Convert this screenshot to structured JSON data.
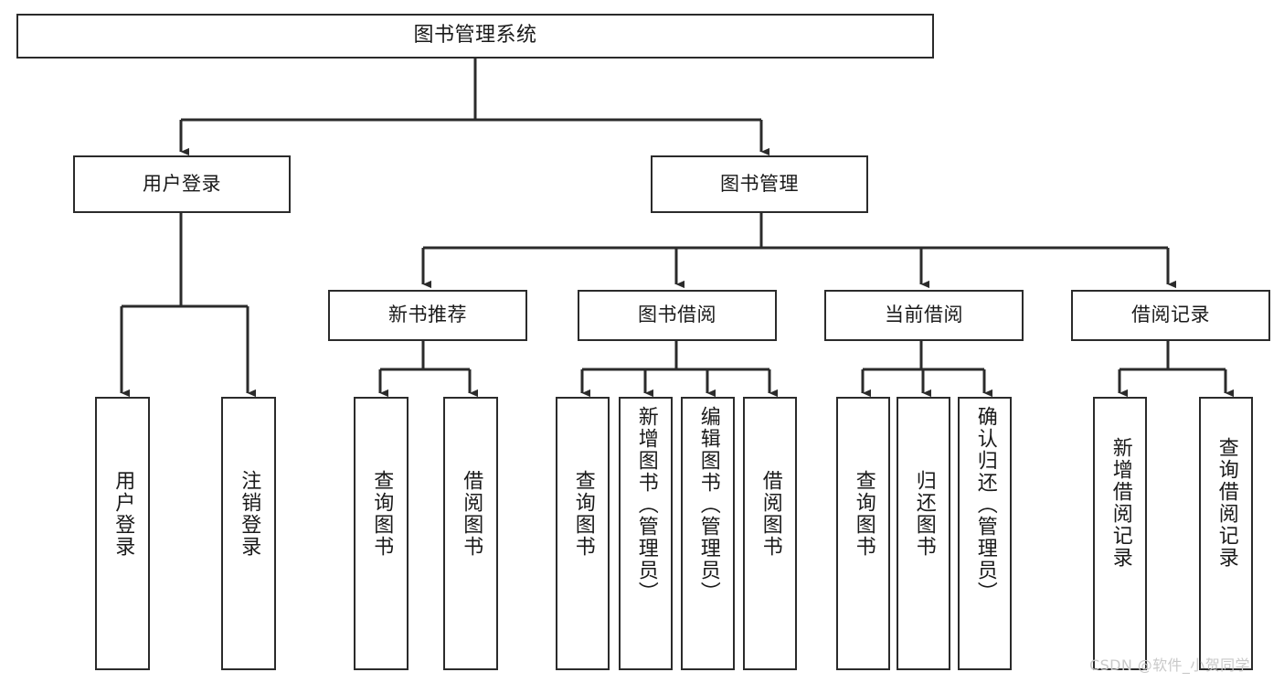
{
  "diagram": {
    "type": "tree",
    "title": "图书管理系统",
    "orientation": "top-down",
    "colors": {
      "node_border": "#2b2b2b",
      "node_fill": "#ffffff",
      "edge": "#2b2b2b",
      "text": "#1a1a1a",
      "watermark": "#c9c9c9",
      "background": "#ffffff"
    },
    "nodes": {
      "root": {
        "label": "图书管理系统"
      },
      "level2": [
        {
          "label": "用户登录"
        },
        {
          "label": "图书管理"
        }
      ],
      "level3": [
        {
          "label": "新书推荐"
        },
        {
          "label": "图书借阅"
        },
        {
          "label": "当前借阅"
        },
        {
          "label": "借阅记录"
        }
      ],
      "leaves": {
        "user_login": [
          {
            "label": "用户登录"
          },
          {
            "label": "注销登录"
          }
        ],
        "new_book_recommend": [
          {
            "label": "查询图书"
          },
          {
            "label": "借阅图书"
          }
        ],
        "book_borrow": [
          {
            "label": "查询图书"
          },
          {
            "label": "新增图书（管理员）"
          },
          {
            "label": "编辑图书（管理员）"
          },
          {
            "label": "借阅图书"
          }
        ],
        "current_borrow": [
          {
            "label": "查询图书"
          },
          {
            "label": "归还图书"
          },
          {
            "label": "确认归还（管理员）"
          }
        ],
        "borrow_record": [
          {
            "label": "新增借阅记录"
          },
          {
            "label": "查询借阅记录"
          }
        ]
      }
    },
    "watermark": "CSDN @软件_小贺同学"
  }
}
